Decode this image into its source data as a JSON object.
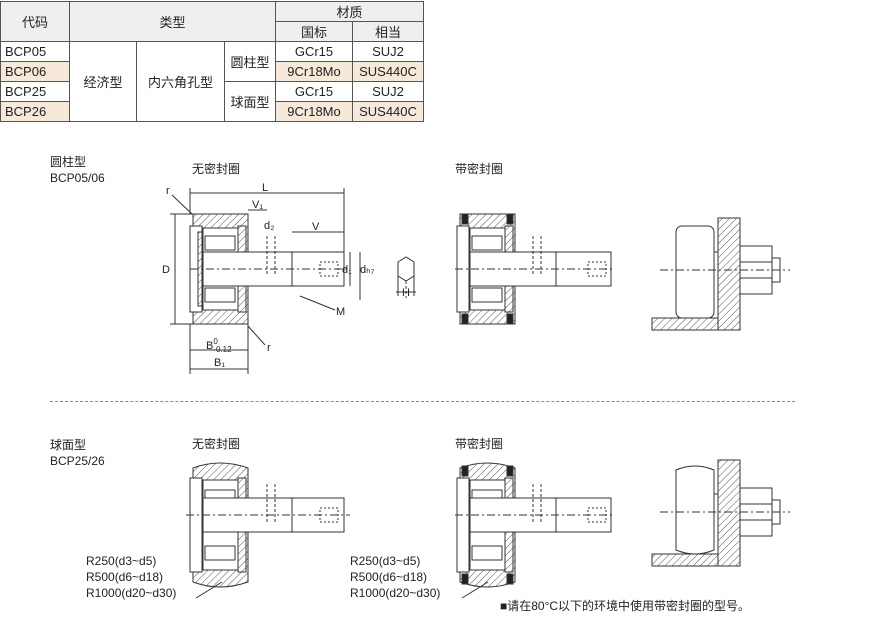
{
  "table": {
    "header": {
      "code": "代码",
      "type": "类型",
      "material": "材质",
      "standard": "国标",
      "equivalent": "相当"
    },
    "rows": [
      {
        "code": "BCP05",
        "material_std": "GCr15",
        "material_eq": "SUJ2",
        "highlight": false
      },
      {
        "code": "BCP06",
        "material_std": "9Cr18Mo",
        "material_eq": "SUS440C",
        "highlight": true
      },
      {
        "code": "BCP25",
        "material_std": "GCr15",
        "material_eq": "SUJ2",
        "highlight": false
      },
      {
        "code": "BCP26",
        "material_std": "9Cr18Mo",
        "material_eq": "SUS440C",
        "highlight": true
      }
    ],
    "type_economy": "经济型",
    "type_hex": "内六角孔型",
    "shape_cylindrical": "圆柱型",
    "shape_spherical": "球面型"
  },
  "section1": {
    "title": "圆柱型",
    "codes": "BCP05/06",
    "no_seal": "无密封圈",
    "with_seal": "带密封圈"
  },
  "section2": {
    "title": "球面型",
    "codes": "BCP25/26",
    "no_seal": "无密封圈",
    "with_seal": "带密封圈"
  },
  "dims": {
    "r": "r",
    "L": "L",
    "V1": "V₁",
    "d2": "d₂",
    "V": "V",
    "D": "D",
    "d1": "d₁",
    "dh7": "dₕ₇",
    "M": "M",
    "H": "H",
    "B": "B",
    "B_tol_top": "0",
    "B_tol_bot": "-0.12",
    "B1": "B₁"
  },
  "radius": {
    "r1": "R250(d3~d5)",
    "r2": "R500(d6~d18)",
    "r3": "R1000(d20~d30)"
  },
  "note": "■请在80°C以下的环境中使用带密封圈的型号。"
}
